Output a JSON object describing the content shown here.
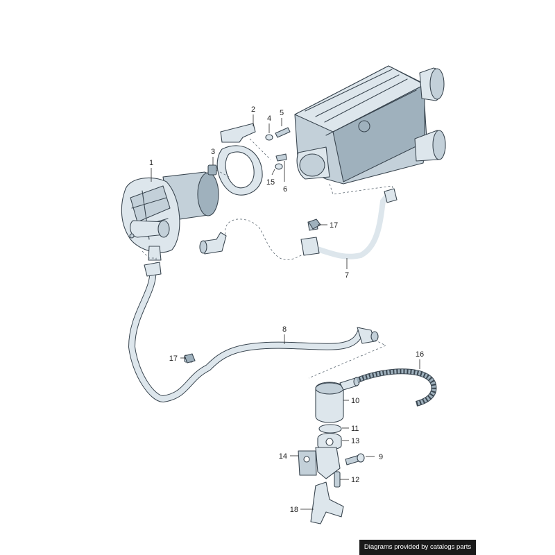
{
  "labels": {
    "p1": "1",
    "p2": "2",
    "p3": "3",
    "p4": "4",
    "p5": "5",
    "p6": "6",
    "p7": "7",
    "p8": "8",
    "p9": "9",
    "p10": "10",
    "p11": "11",
    "p12": "12",
    "p13": "13",
    "p14": "14",
    "p15": "15",
    "p16": "16",
    "p17a": "17",
    "p17b": "17",
    "p18": "18"
  },
  "footer": {
    "credit": "Diagrams provided by catalogs parts"
  },
  "colors": {
    "line": "#3a4650",
    "fill_light": "#dde6ec",
    "fill_mid": "#c3d0d9",
    "fill_dark": "#9fb1bd",
    "credit_bg": "#1a1a1a"
  }
}
